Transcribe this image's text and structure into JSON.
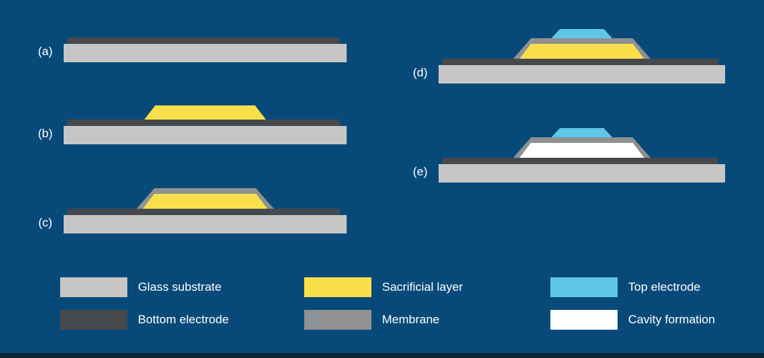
{
  "figure": {
    "background": "#074a7a",
    "footer_color": "#082636",
    "text_color": "#ffffff"
  },
  "panels": [
    {
      "label": "(a)"
    },
    {
      "label": "(b)"
    },
    {
      "label": "(c)"
    },
    {
      "label": "(d)"
    },
    {
      "label": "(e)"
    }
  ],
  "legend": [
    {
      "name": "glass-substrate",
      "label": "Glass substrate",
      "color": "#c6c6c6"
    },
    {
      "name": "bottom-electrode",
      "label": "Bottom electrode",
      "color": "#46494c"
    },
    {
      "name": "sacrificial-layer",
      "label": "Sacrificial layer",
      "color": "#f9e04a"
    },
    {
      "name": "membrane",
      "label": "Membrane",
      "color": "#8f9192"
    },
    {
      "name": "top-electrode",
      "label": "Top electrode",
      "color": "#5ec7e6"
    },
    {
      "name": "cavity-formation",
      "label": "Cavity formation",
      "color": "#ffffff"
    }
  ]
}
